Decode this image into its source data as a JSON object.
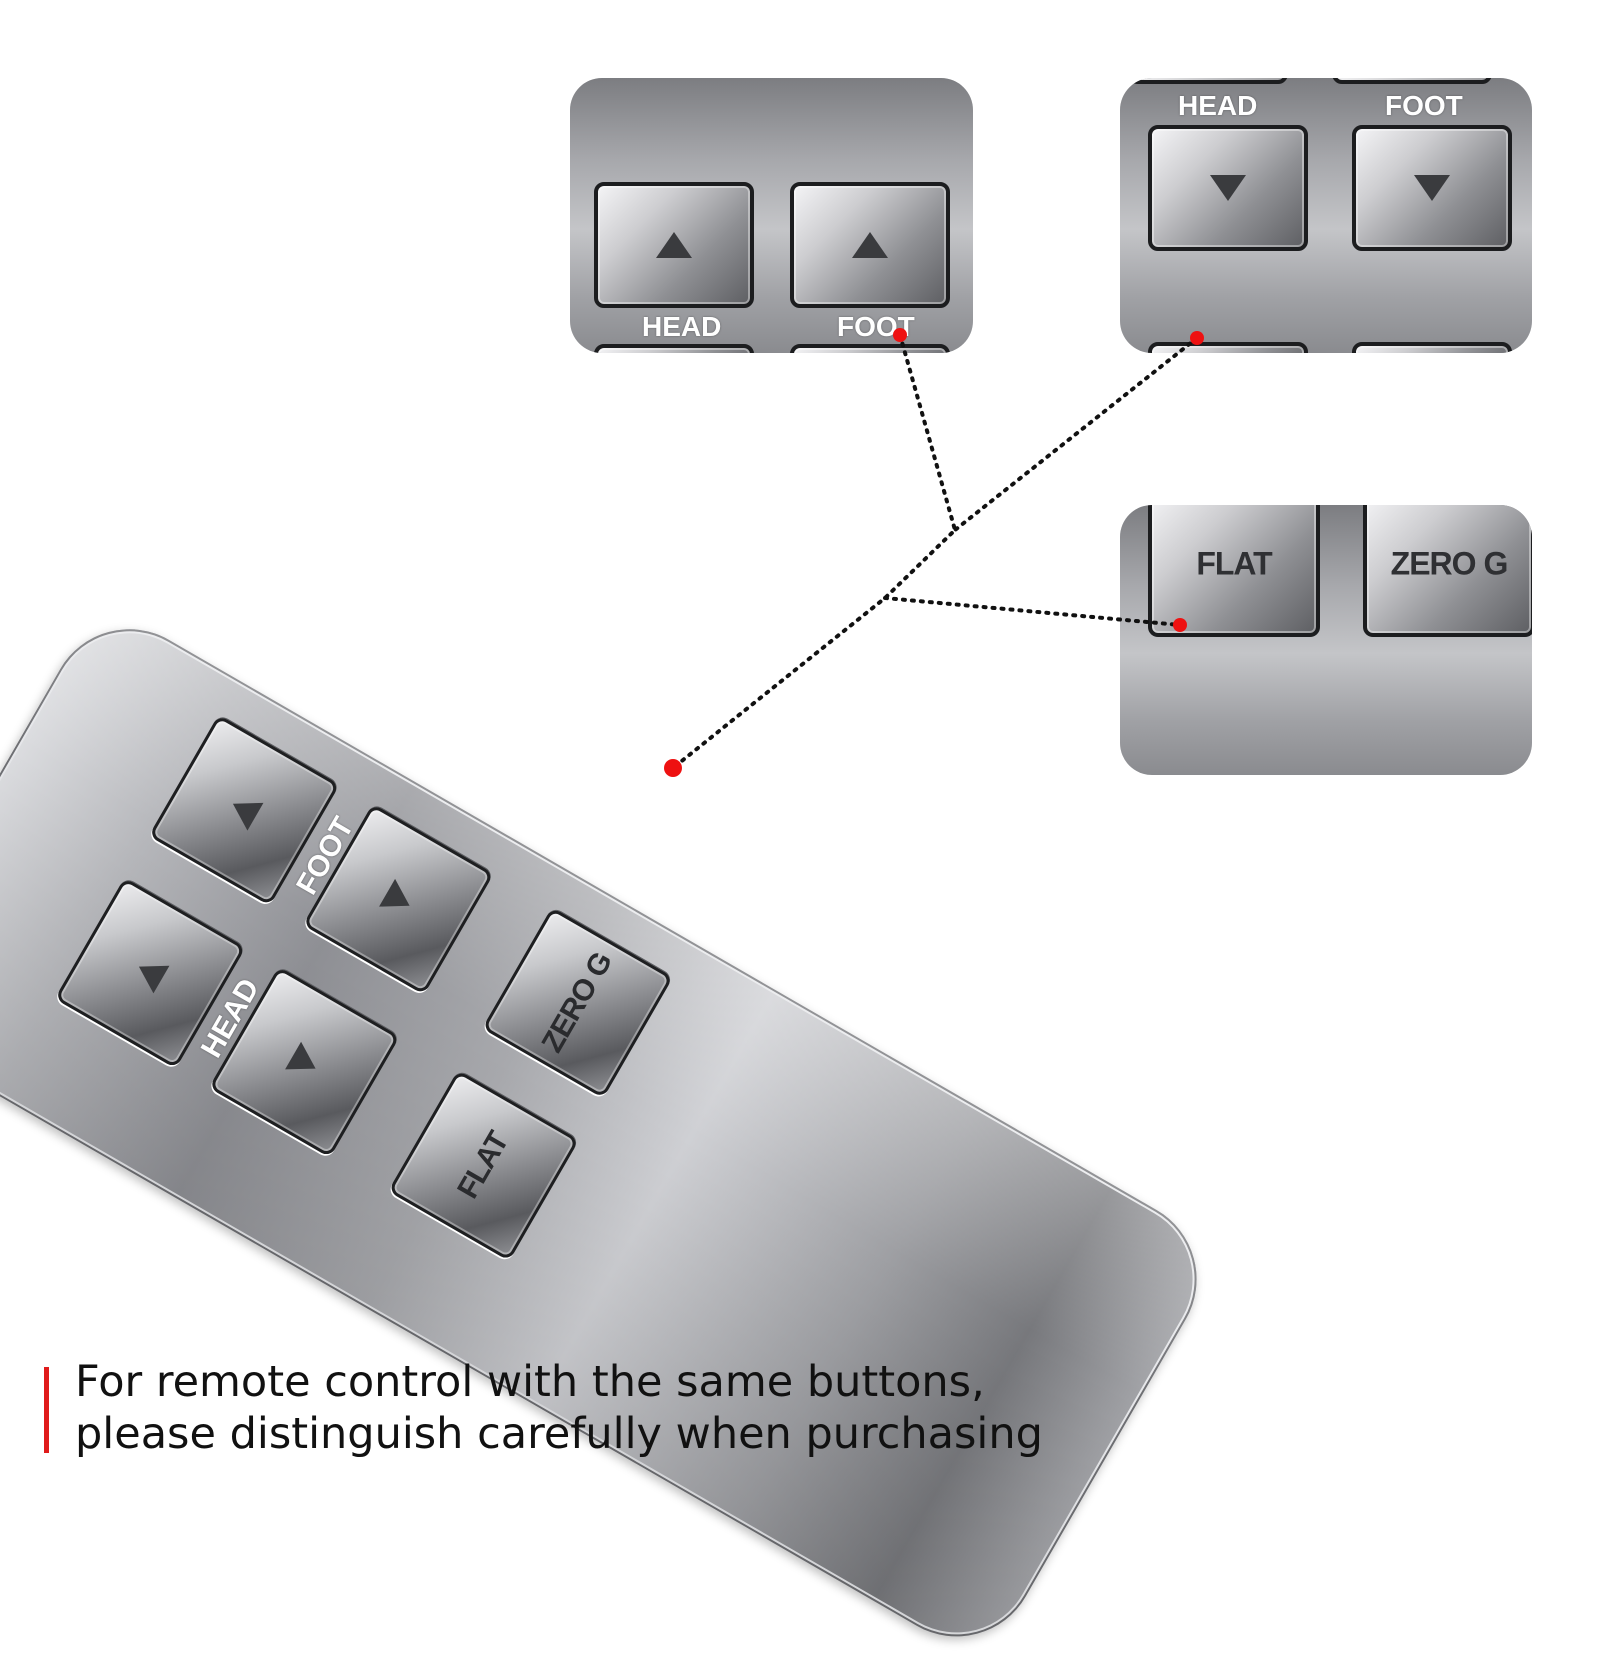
{
  "remote": {
    "label_foot": "FOOT",
    "label_head": "HEAD",
    "zero_g_label": "ZERO G",
    "flat_label": "FLAT"
  },
  "zoom_up": {
    "head_label": "HEAD",
    "foot_label": "FOOT",
    "head_icon": "triangle-up-icon",
    "foot_icon": "triangle-up-icon"
  },
  "zoom_down": {
    "head_label": "HEAD",
    "foot_label": "FOOT",
    "head_icon": "triangle-down-icon",
    "foot_icon": "triangle-down-icon"
  },
  "zoom_presets": {
    "flat_label": "FLAT",
    "zero_g_label": "ZERO G"
  },
  "note": {
    "line1": "For remote control with the same buttons,",
    "line2": "please distinguish carefully when purchasing"
  },
  "colors": {
    "marker": "#ee1111",
    "note_bar": "#e01b1b",
    "button_dark": "#1e1f21"
  }
}
